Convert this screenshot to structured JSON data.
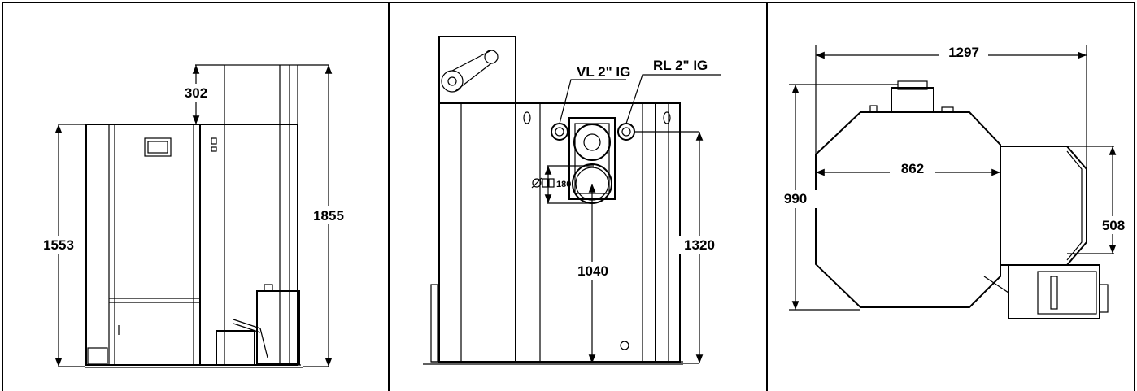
{
  "panels": [
    {
      "id": "front-view",
      "labels": {
        "height_total": "1855",
        "height_boiler": "1553",
        "offset_top": "302"
      }
    },
    {
      "id": "side-view",
      "labels": {
        "flow": "VL 2\" IG",
        "return": "RL 2\" IG",
        "flue_diameter": "180",
        "height_connection": "1320",
        "height_flue": "1040"
      }
    },
    {
      "id": "top-view",
      "labels": {
        "width_total": "1297",
        "depth_total": "990",
        "width_body": "862",
        "depth_hopper": "508"
      }
    }
  ],
  "colors": {
    "line": "#000000",
    "background": "#ffffff"
  }
}
